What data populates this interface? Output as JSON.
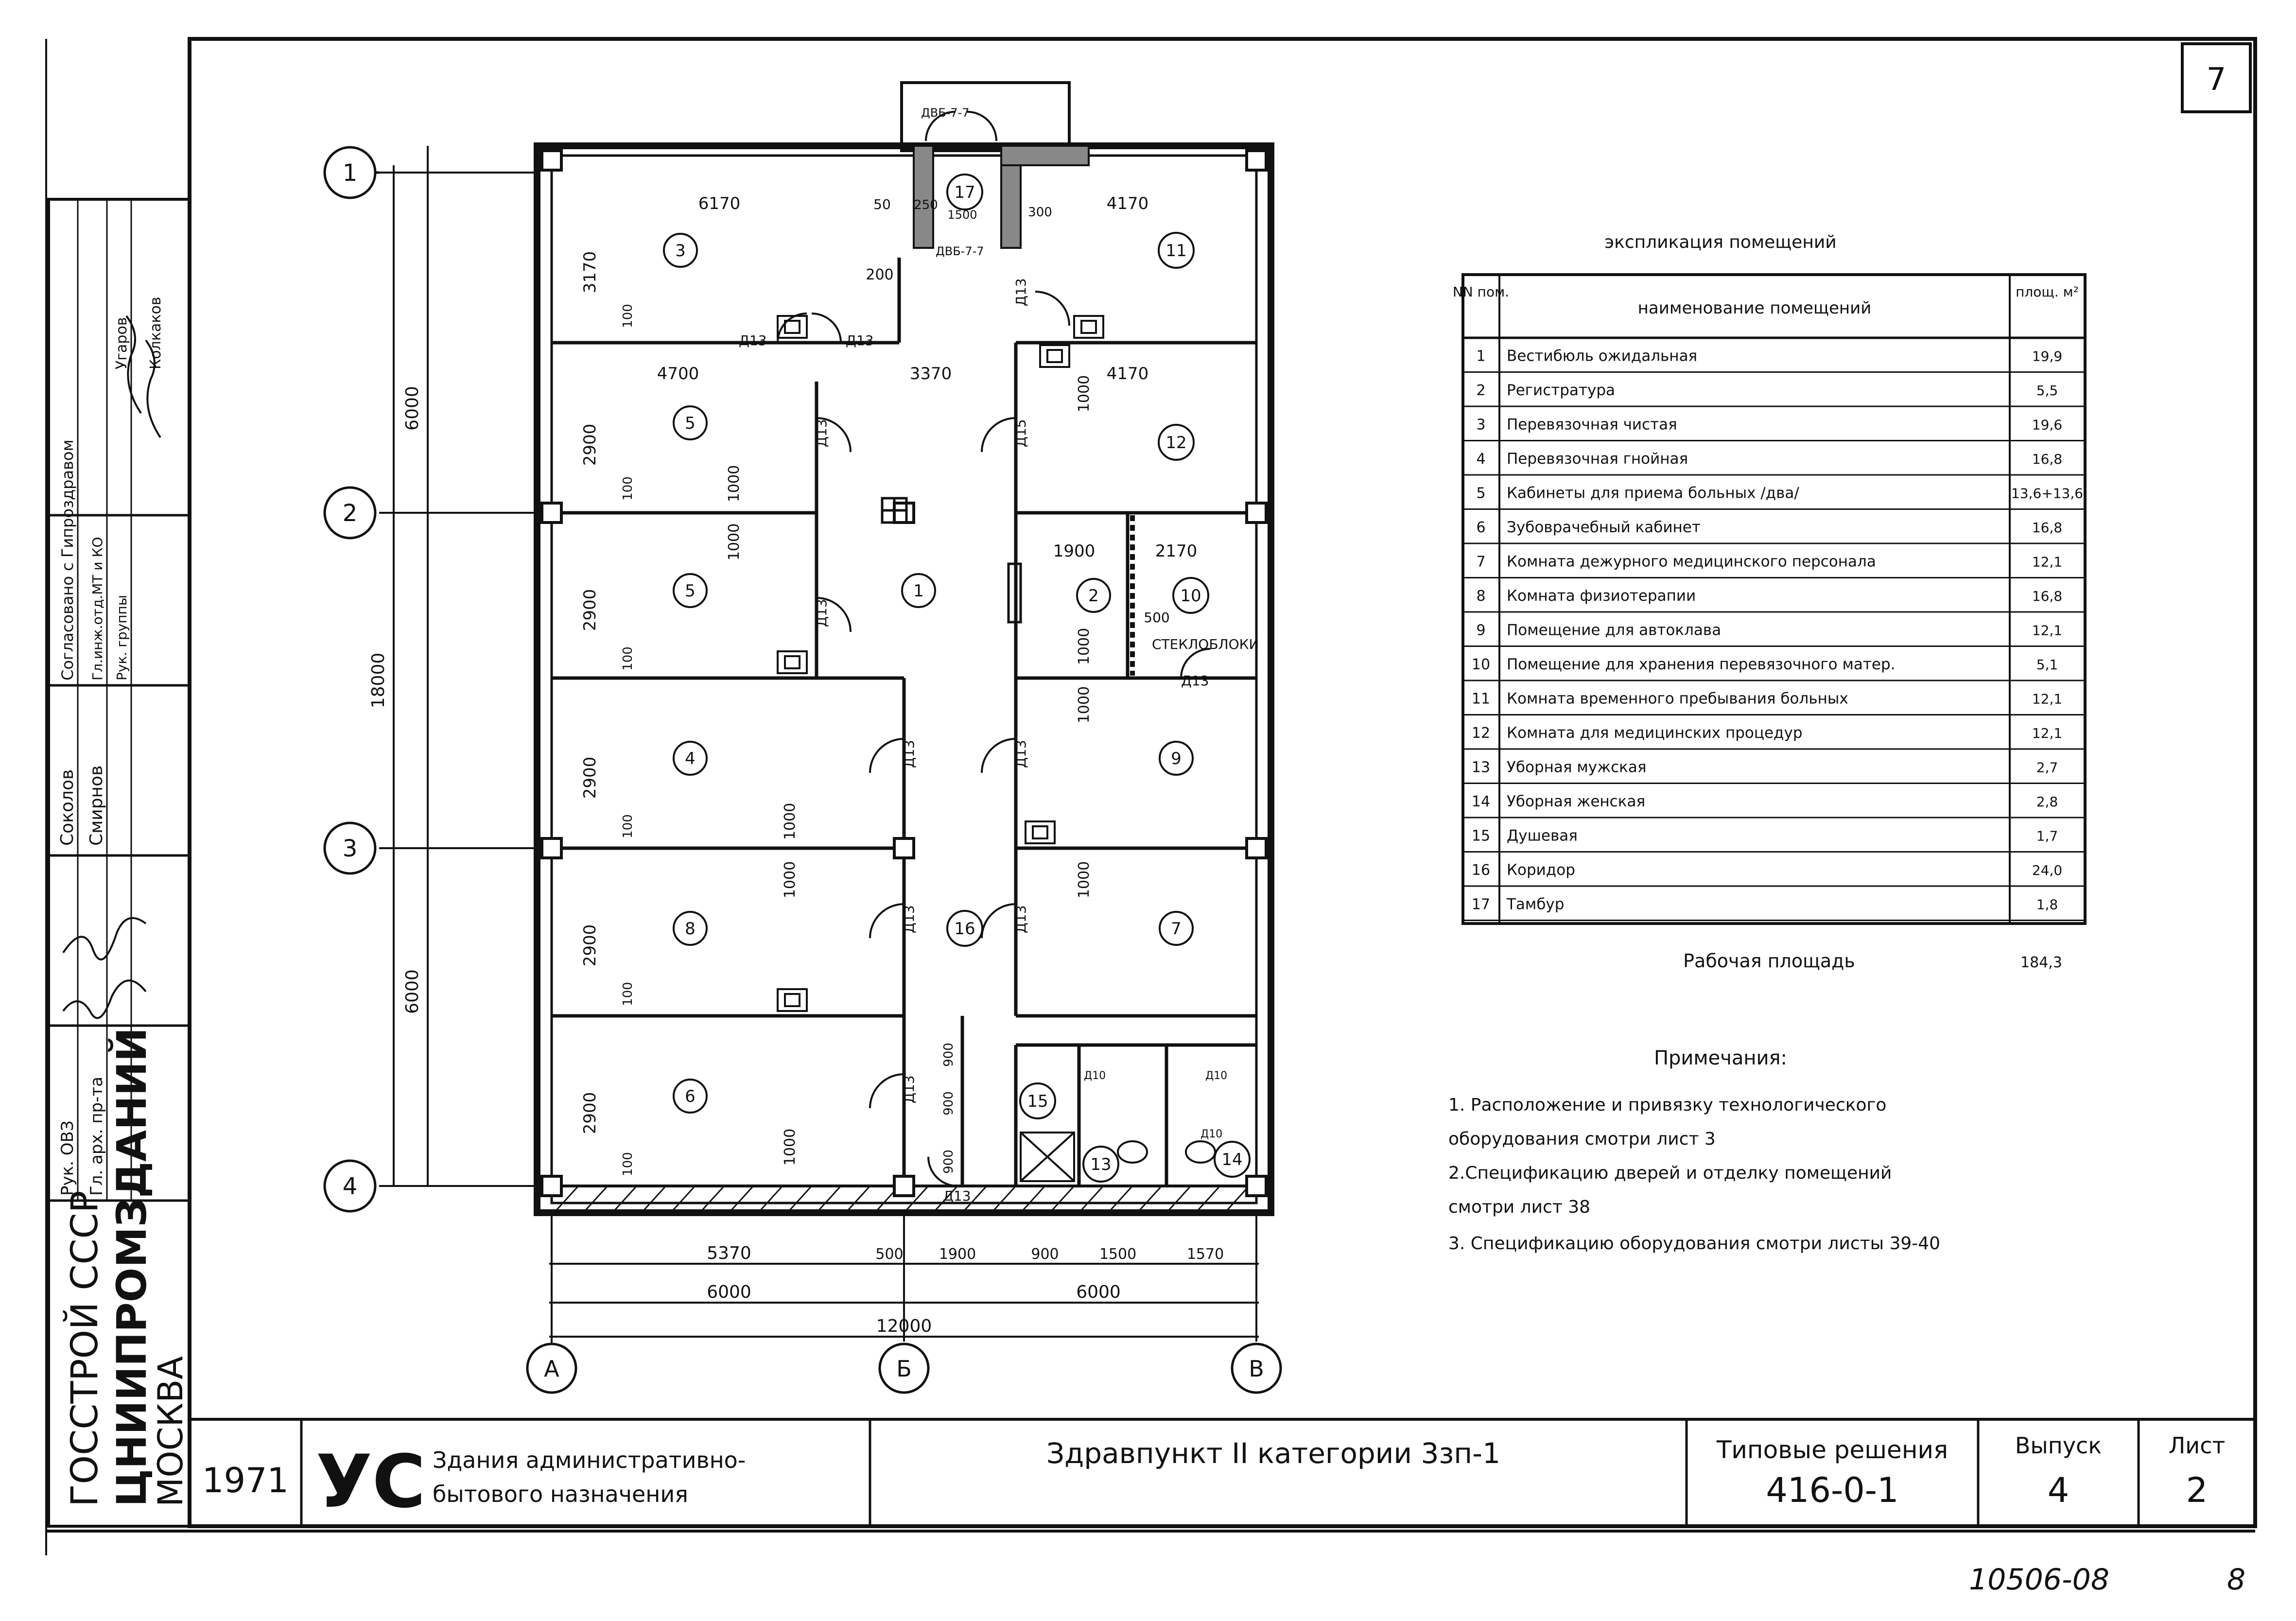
{
  "sheet_number": "7",
  "footer_code": "10506-08",
  "footer_page": "8",
  "left_block": {
    "org1": "ГОССТРОЙ СССР",
    "org2": "ЦНИИПРОМЗДАНИЙ",
    "org3": "МОСКВА",
    "stamp_rows": [
      {
        "role": "Рук. ОВЗ",
        "name": ""
      },
      {
        "role": "Гл. арх. пр-та",
        "name": ""
      },
      {
        "role": "",
        "name": "Соколов"
      },
      {
        "role": "",
        "name": "Смирнов"
      },
      {
        "role": "Согласовано с Гипроздравом",
        "name": ""
      },
      {
        "role": "Гл.инж.отд.МТ и КО",
        "name": "Угаров"
      },
      {
        "role": "Рук. группы",
        "name": "Колкаков"
      }
    ]
  },
  "title_block": {
    "year": "1971",
    "series_logo": "УС",
    "series_line1": "Здания административно-",
    "series_line2": "бытового назначения",
    "project_title": "Здравпункт II категории  3зп-1",
    "typical_label": "Типовые решения",
    "typical_value": "416-0-1",
    "issue_label": "Выпуск",
    "issue_value": "4",
    "sheet_label": "Лист",
    "sheet_value": "2"
  },
  "explication": {
    "title": "экспликация помещений",
    "header_no": "NN пом.",
    "header_name": "наименование помещений",
    "header_area": "площ. м²",
    "rows": [
      {
        "no": "1",
        "name": "Вестибюль ожидальная",
        "area": "19,9"
      },
      {
        "no": "2",
        "name": "Регистратура",
        "area": "5,5"
      },
      {
        "no": "3",
        "name": "Перевязочная чистая",
        "area": "19,6"
      },
      {
        "no": "4",
        "name": "Перевязочная гнойная",
        "area": "16,8"
      },
      {
        "no": "5",
        "name": "Кабинеты для приема больных /два/",
        "area": "13,6+13,6"
      },
      {
        "no": "6",
        "name": "Зубоврачебный кабинет",
        "area": "16,8"
      },
      {
        "no": "7",
        "name": "Комната дежурного медицинского персонала",
        "area": "12,1"
      },
      {
        "no": "8",
        "name": "Комната физиотерапии",
        "area": "16,8"
      },
      {
        "no": "9",
        "name": "Помещение для автоклава",
        "area": "12,1"
      },
      {
        "no": "10",
        "name": "Помещение для хранения перевязочного матер.",
        "area": "5,1"
      },
      {
        "no": "11",
        "name": "Комната временного пребывания больных",
        "area": "12,1"
      },
      {
        "no": "12",
        "name": "Комната для медицинских процедур",
        "area": "12,1"
      },
      {
        "no": "13",
        "name": "Уборная мужская",
        "area": "2,7"
      },
      {
        "no": "14",
        "name": "Уборная женская",
        "area": "2,8"
      },
      {
        "no": "15",
        "name": "Душевая",
        "area": "1,7"
      },
      {
        "no": "16",
        "name": "Коридор",
        "area": "24,0"
      },
      {
        "no": "17",
        "name": "Тамбур",
        "area": "1,8"
      }
    ],
    "work_area_label": "Рабочая площадь",
    "work_area_value": "184,3"
  },
  "notes": {
    "title": "Примечания:",
    "items": [
      "1. Расположение и привязку технологического",
      "оборудования смотри лист 3",
      "2.Спецификацию дверей и отделку помещений",
      "смотри лист 38",
      "3. Спецификацию оборудования смотри листы 39-40"
    ]
  },
  "plan": {
    "axes_rows": [
      "1",
      "2",
      "3",
      "4"
    ],
    "axes_cols": [
      "А",
      "Б",
      "В"
    ],
    "rooms": [
      {
        "id": "r3",
        "label": "3"
      },
      {
        "id": "r11",
        "label": "11"
      },
      {
        "id": "r17",
        "label": "17"
      },
      {
        "id": "r5a",
        "label": "5"
      },
      {
        "id": "r12",
        "label": "12"
      },
      {
        "id": "r5b",
        "label": "5"
      },
      {
        "id": "r1",
        "label": "1"
      },
      {
        "id": "r2",
        "label": "2"
      },
      {
        "id": "r10",
        "label": "10"
      },
      {
        "id": "r4",
        "label": "4"
      },
      {
        "id": "r9",
        "label": "9"
      },
      {
        "id": "r8",
        "label": "8"
      },
      {
        "id": "r16",
        "label": "16"
      },
      {
        "id": "r7",
        "label": "7"
      },
      {
        "id": "r6",
        "label": "6"
      },
      {
        "id": "r15",
        "label": "15"
      },
      {
        "id": "r13",
        "label": "13"
      },
      {
        "id": "r14",
        "label": "14"
      }
    ],
    "dims": {
      "d6170": "6170",
      "d50": "50",
      "d250": "250",
      "d1500": "1500",
      "d300": "300",
      "d4170a": "4170",
      "d3170": "3170",
      "d200": "200",
      "d4700": "4700",
      "d3370": "3370",
      "d4170b": "4170",
      "d2900a": "2900",
      "d2900b": "2900",
      "d2900c": "2900",
      "d2900d": "2900",
      "d2900e": "2900",
      "d100": "100",
      "d1000": "1000",
      "d1900": "1900",
      "d2170": "2170",
      "d500": "500",
      "d6000a": "6000",
      "d18000": "18000",
      "d6000b": "6000",
      "d900": "900"
    },
    "doors": {
      "d13": "Д13",
      "d15": "Д15",
      "d10": "Д10",
      "dvb": "ДВБ-7-7"
    },
    "glass_block": "СТЕКЛОБЛОКИ",
    "bottom_dims_row1": [
      "5370",
      "500",
      "1900",
      "900",
      "1500",
      "1570"
    ],
    "bottom_dims_row2": [
      "6000",
      "6000"
    ],
    "bottom_dims_row3": [
      "12000"
    ]
  }
}
